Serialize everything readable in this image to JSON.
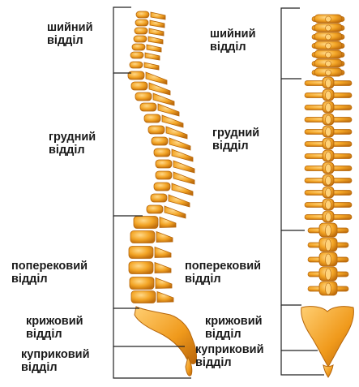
{
  "colors": {
    "bone_fill": "#f0a020",
    "bone_highlight": "#ffd27a",
    "bone_shadow": "#b5650a",
    "bracket_line": "#222222",
    "label_text": "#1a1a1a"
  },
  "left_view": {
    "labels": [
      {
        "line1": "шийний",
        "line2": "відділ"
      },
      {
        "line1": "грудний",
        "line2": "відділ"
      },
      {
        "line1": "поперековий",
        "line2": "відділ"
      },
      {
        "line1": "крижовий",
        "line2": "відділ"
      },
      {
        "line1": "куприковий",
        "line2": "відділ"
      }
    ]
  },
  "right_view": {
    "labels": [
      {
        "line1": "шийний",
        "line2": "відділ"
      },
      {
        "line1": "грудний",
        "line2": "відділ"
      },
      {
        "line1": "поперековий",
        "line2": "відділ"
      },
      {
        "line1": "крижовий",
        "line2": "відділ"
      },
      {
        "line1": "куприковий",
        "line2": "відділ"
      }
    ]
  }
}
